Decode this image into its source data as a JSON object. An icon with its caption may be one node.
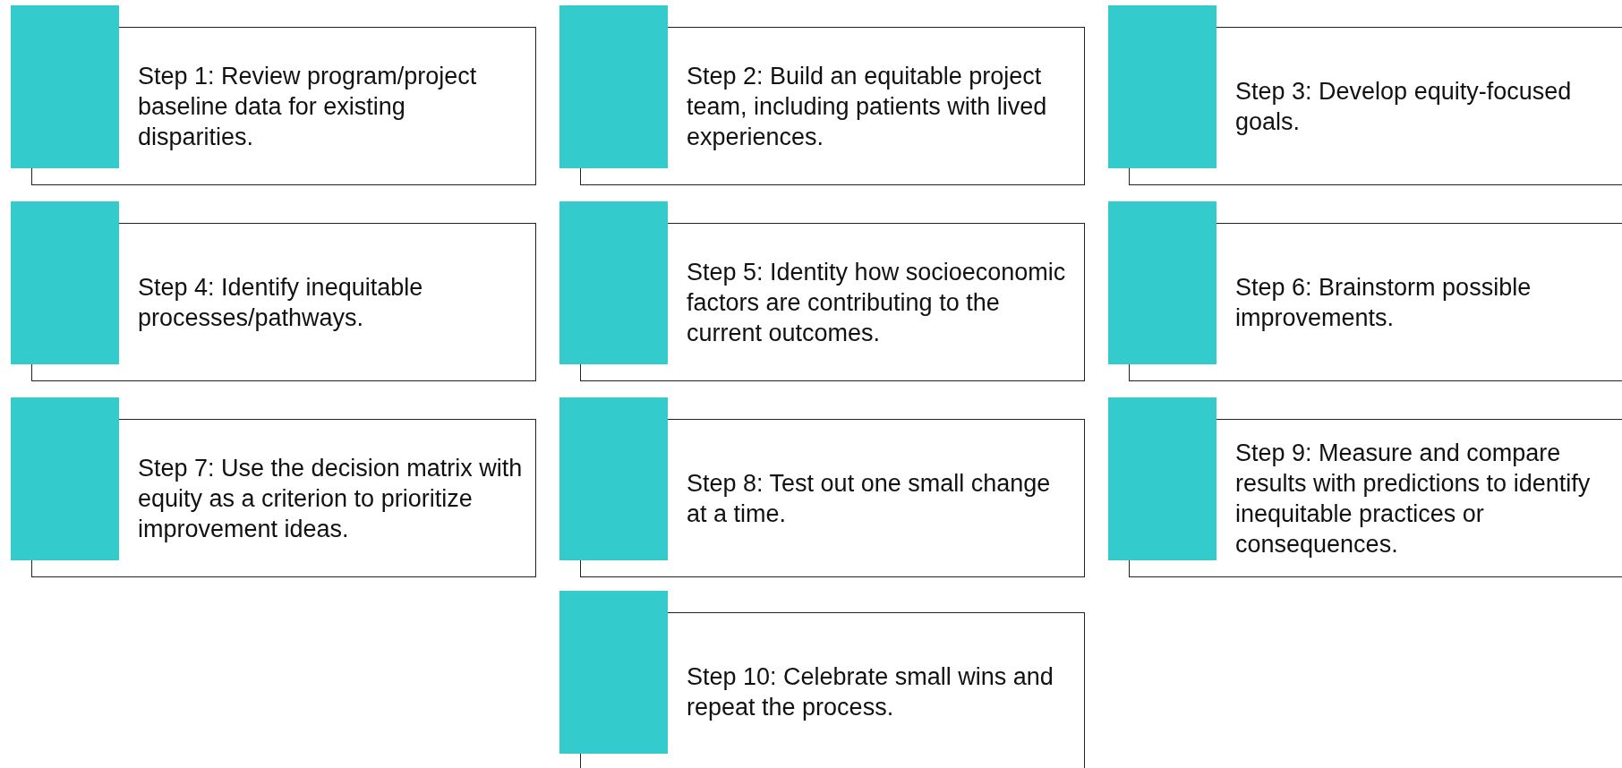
{
  "diagram": {
    "nodes": [
      {
        "text": [
          "Step 1: Review program/project baseline data for existing disparities."
        ]
      },
      {
        "text": [
          "Step 2: Build an equitable project team, including patients with lived experiences."
        ]
      },
      {
        "text": [
          "Step 3: Develop equity-focused goals."
        ]
      },
      {
        "text": [
          "Step 4: Identify inequitable processes/pathways."
        ]
      },
      {
        "text": [
          "Step 5: Identity how socioeconomic factors are contributing to the current outcomes."
        ]
      },
      {
        "text": [
          "Step 6: Brainstorm possible improvements."
        ]
      },
      {
        "text": [
          "Step 7: Use the decision matrix with equity as a criterion to prioritize improvement ideas."
        ]
      },
      {
        "text": [
          "Step 8: Test out one small change at a time."
        ]
      },
      {
        "text": [
          "Step 9: Measure and compare results with predictions to identify inequitable practices or consequences."
        ]
      },
      {
        "text": [
          "Step 10: Celebrate small wins and repeat the process."
        ]
      }
    ]
  }
}
